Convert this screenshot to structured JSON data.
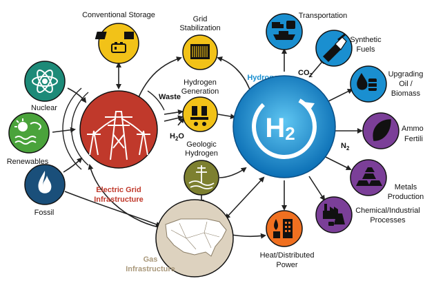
{
  "nodes": {
    "conventional_storage": {
      "label": "Conventional Storage",
      "color": "#f2c218"
    },
    "grid_stabilization": {
      "line1": "Grid",
      "line2": "Stabilization",
      "color": "#f2c218"
    },
    "hydrogen_generation": {
      "line1": "Hydrogen",
      "line2": "Generation",
      "color": "#f2c218"
    },
    "geologic_hydrogen": {
      "line1": "Geologic",
      "line2": "Hydrogen",
      "color": "#7d8030"
    },
    "nuclear": {
      "label": "Nuclear",
      "color": "#1d8a78"
    },
    "renewables": {
      "label": "Renewables",
      "color": "#4aa33b"
    },
    "fossil": {
      "label": "Fossil",
      "color": "#1a4f7a"
    },
    "electric_grid": {
      "line1": "Electric Grid",
      "line2": "Infrastructure",
      "color": "#c0392b"
    },
    "gas_infrastructure": {
      "line1": "Gas",
      "line2": "Infrastructure",
      "color": "#ddd2bf"
    },
    "hydrogen": {
      "label": "Hydrogen",
      "symbol_main": "H",
      "symbol_sub": "2",
      "color": "#1a8fd0"
    },
    "heat_power": {
      "line1": "Heat/Distributed",
      "line2": "Power",
      "color": "#f07020"
    },
    "transportation": {
      "label": "Transportation",
      "color": "#1a8fd0"
    },
    "synthetic_fuels": {
      "line1": "Synthetic",
      "line2": "Fuels",
      "color": "#1a8fd0"
    },
    "upgrading": {
      "line1": "Upgrading",
      "line2": "Oil /",
      "line3": "Biomass",
      "color": "#1a8fd0"
    },
    "ammonia": {
      "line1": "Ammo",
      "line2": "Fertili",
      "color": "#7b3f98"
    },
    "metals": {
      "line1": "Metals",
      "line2": "Production",
      "color": "#7b3f98"
    },
    "chemical": {
      "line1": "Chemical/Industrial",
      "line2": "Processes",
      "color": "#7b3f98"
    }
  },
  "annotations": {
    "waste": "Waste",
    "h2o_main": "H",
    "h2o_sub": "2",
    "h2o_end": "O",
    "co2_main": "CO",
    "co2_sub": "2",
    "n2_main": "N",
    "n2_sub": "2"
  }
}
